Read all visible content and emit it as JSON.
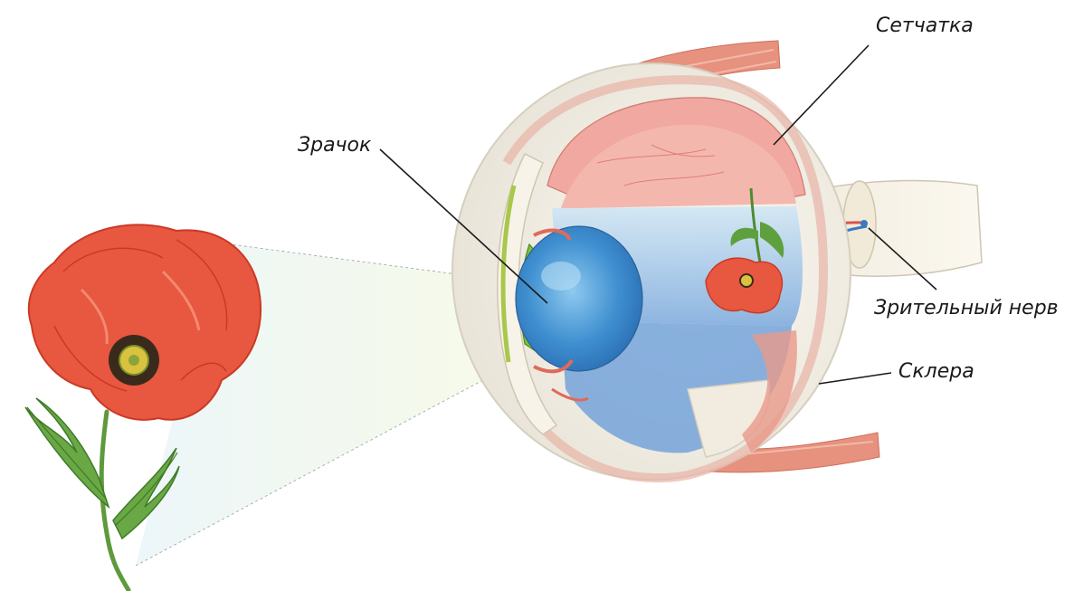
{
  "labels": {
    "retina": "Сетчатка",
    "pupil": "Зрачок",
    "optic_nerve": "Зрительный нерв",
    "sclera": "Склера"
  },
  "colors": {
    "poppy_petal": "#e8573f",
    "poppy_dark": "#c93a26",
    "stem_green": "#5e9a3c",
    "eye_blue": "#4b9fd8",
    "vitreous_blue": "#b8d8ef",
    "retina_pink": "#f0a8a0",
    "sclera_white": "#f4f1ea",
    "muscle_red": "#e6927e",
    "light_beam": "#eef7d8"
  }
}
